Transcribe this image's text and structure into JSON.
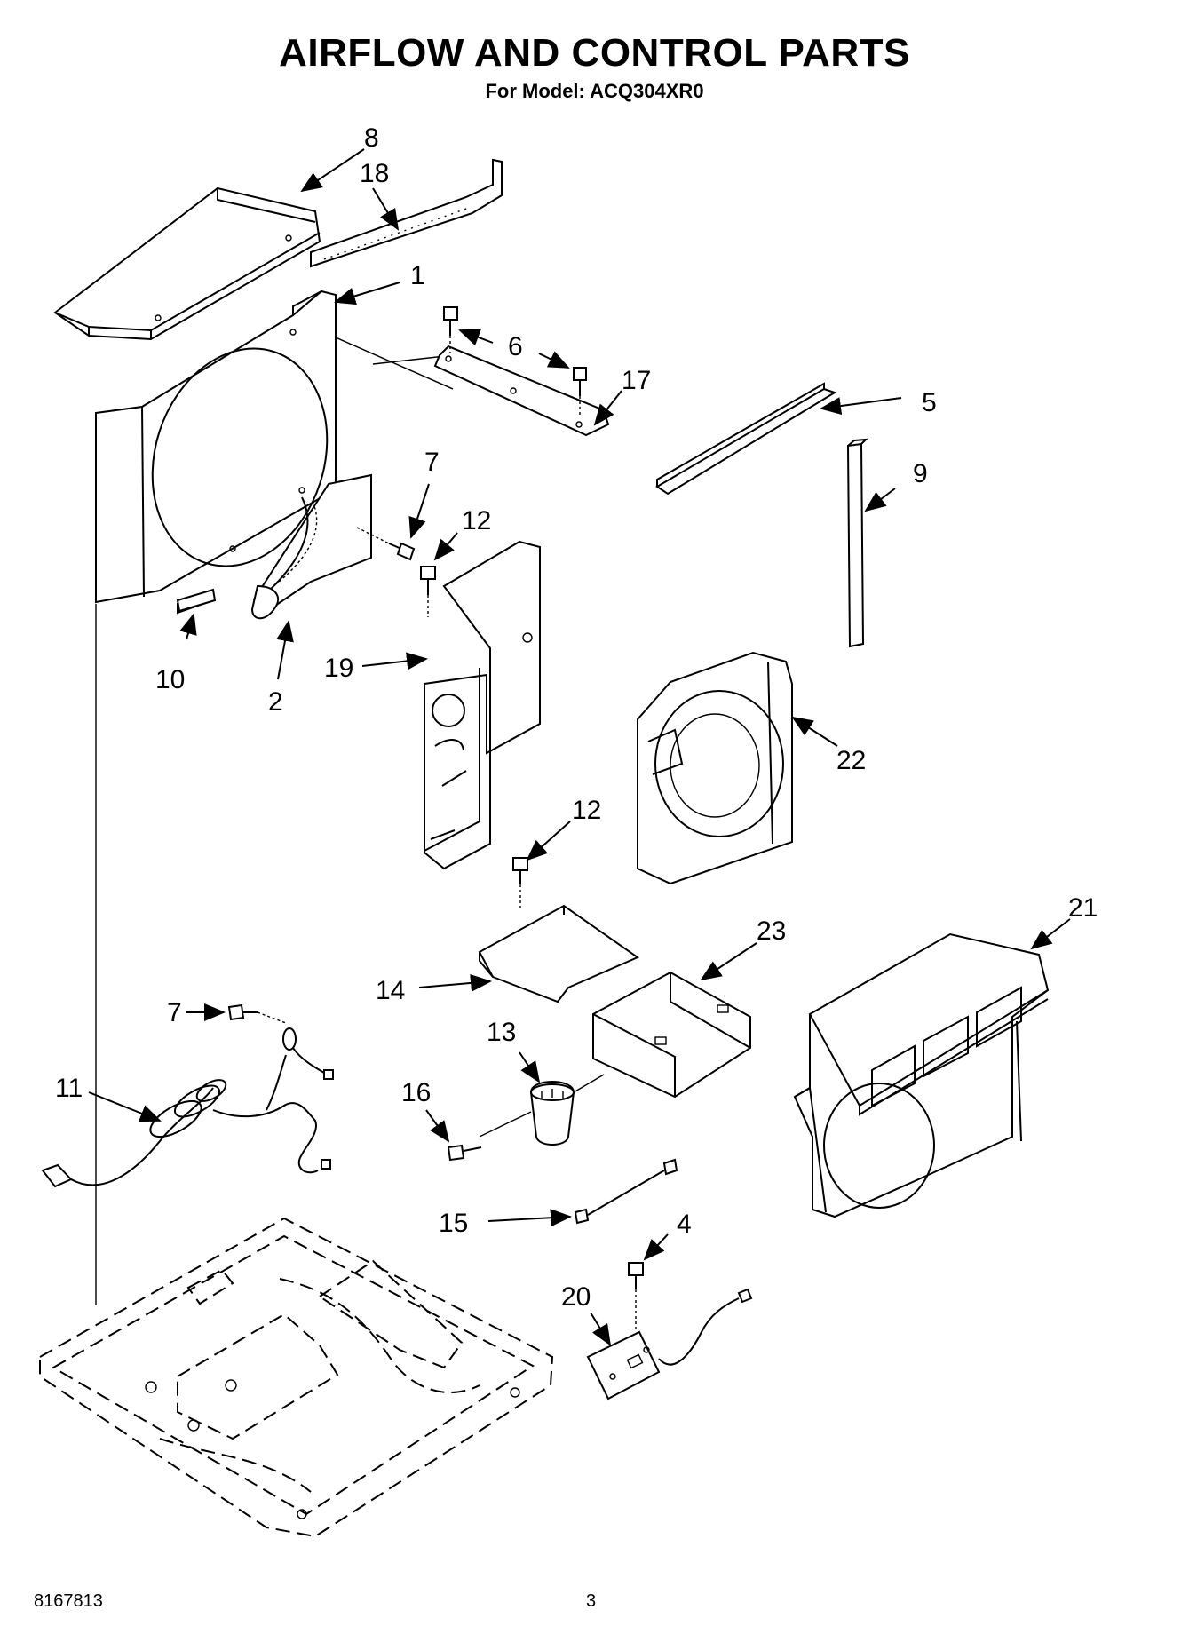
{
  "header": {
    "title": "AIRFLOW AND CONTROL PARTS",
    "subtitle": "For Model: ACQ304XR0"
  },
  "footer": {
    "doc_number": "8167813",
    "page_number": "3"
  },
  "callouts": {
    "c1": "1",
    "c2": "2",
    "c4": "4",
    "c5": "5",
    "c6": "6",
    "c7a": "7",
    "c7b": "7",
    "c8": "8",
    "c9": "9",
    "c10": "10",
    "c11": "11",
    "c12a": "12",
    "c12b": "12",
    "c13": "13",
    "c14": "14",
    "c15": "15",
    "c16": "16",
    "c17": "17",
    "c18": "18",
    "c19": "19",
    "c20": "20",
    "c21": "21",
    "c22": "22",
    "c23": "23"
  }
}
